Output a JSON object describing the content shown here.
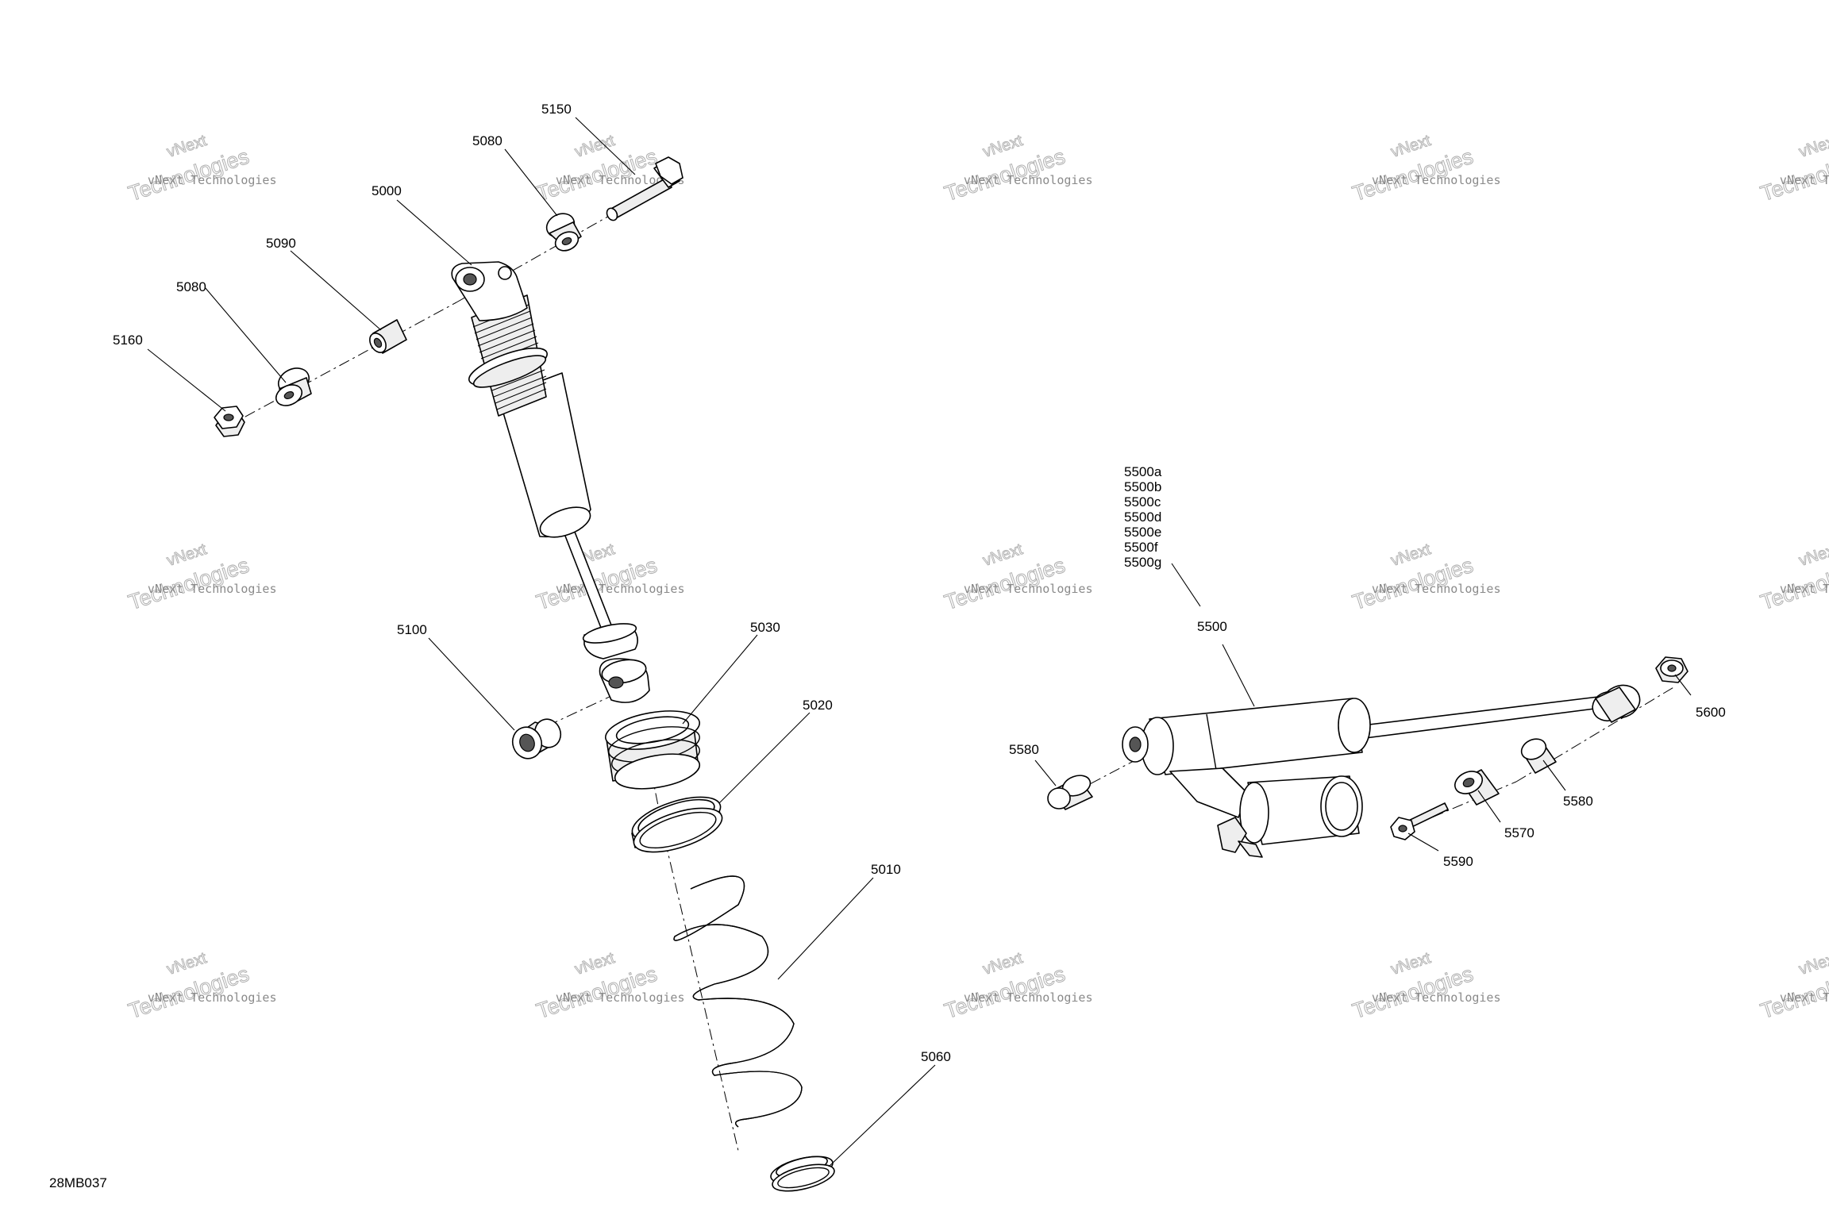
{
  "diagram": {
    "code": "28MB037",
    "watermark": {
      "line1": "vNext Technologies",
      "line2": "Technologies",
      "line3": "vNext"
    },
    "callouts": {
      "c5150": "5150",
      "c5080_top": "5080",
      "c5000": "5000",
      "c5090": "5090",
      "c5080_left": "5080",
      "c5160": "5160",
      "c5100": "5100",
      "c5030": "5030",
      "c5020": "5020",
      "c5010": "5010",
      "c5060": "5060",
      "c5500_variants": [
        "5500a",
        "5500b",
        "5500c",
        "5500d",
        "5500e",
        "5500f",
        "5500g"
      ],
      "c5500": "5500",
      "c5580_left": "5580",
      "c5600": "5600",
      "c5580_right": "5580",
      "c5570": "5570",
      "c5590": "5590"
    },
    "parts": [
      {
        "id": "5000",
        "icon": "shock-absorber-body-icon"
      },
      {
        "id": "5010",
        "icon": "coil-spring-icon"
      },
      {
        "id": "5020",
        "icon": "spring-seat-ring-icon"
      },
      {
        "id": "5030",
        "icon": "adjuster-collar-icon"
      },
      {
        "id": "5060",
        "icon": "retainer-clip-icon"
      },
      {
        "id": "5080",
        "icon": "flanged-bushing-icon"
      },
      {
        "id": "5090",
        "icon": "sleeve-icon"
      },
      {
        "id": "5100",
        "icon": "bushing-icon"
      },
      {
        "id": "5150",
        "icon": "bolt-icon"
      },
      {
        "id": "5160",
        "icon": "nut-icon"
      },
      {
        "id": "5500",
        "icon": "shock-with-reservoir-icon"
      },
      {
        "id": "5570",
        "icon": "spacer-icon"
      },
      {
        "id": "5580",
        "icon": "bushing-icon"
      },
      {
        "id": "5590",
        "icon": "bolt-icon"
      },
      {
        "id": "5600",
        "icon": "nut-icon"
      }
    ]
  }
}
